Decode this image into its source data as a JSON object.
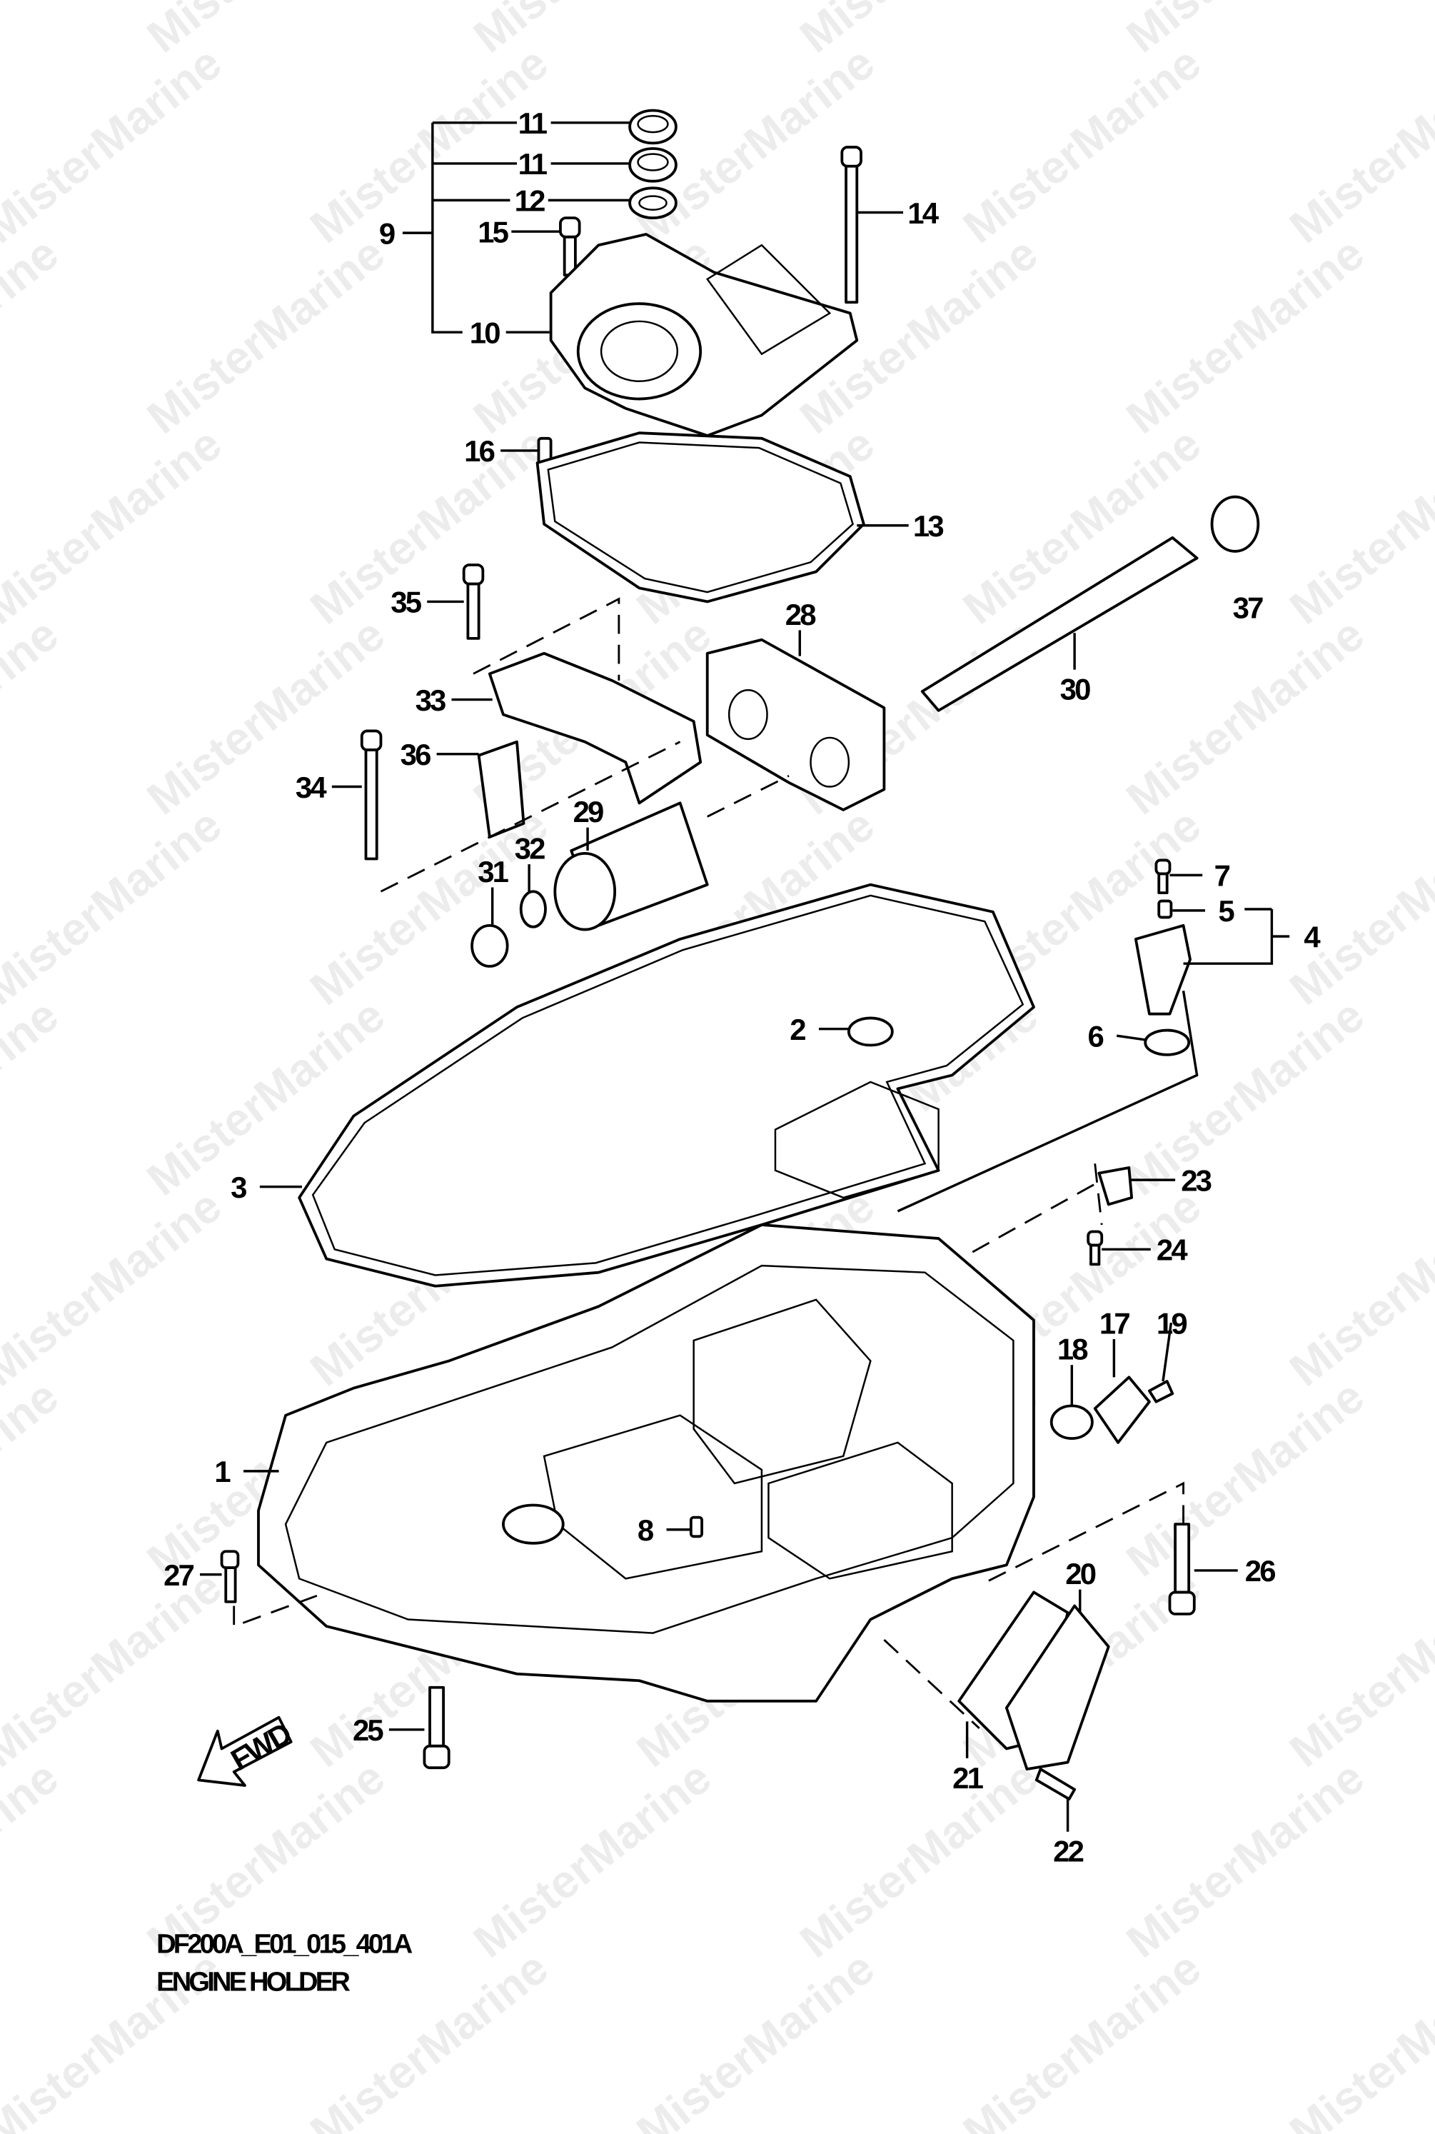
{
  "diagram": {
    "code": "DF200A_E01_015_401A",
    "title": "ENGINE HOLDER",
    "fwd_label": "FWD",
    "watermark": "MisterMarine",
    "callouts": [
      "11",
      "11",
      "12",
      "9",
      "15",
      "10",
      "14",
      "16",
      "13",
      "37",
      "35",
      "28",
      "30",
      "33",
      "36",
      "34",
      "29",
      "32",
      "31",
      "7",
      "5",
      "4",
      "2",
      "6",
      "3",
      "23",
      "24",
      "18",
      "17",
      "19",
      "1",
      "8",
      "27",
      "26",
      "20",
      "25",
      "21",
      "22"
    ]
  }
}
